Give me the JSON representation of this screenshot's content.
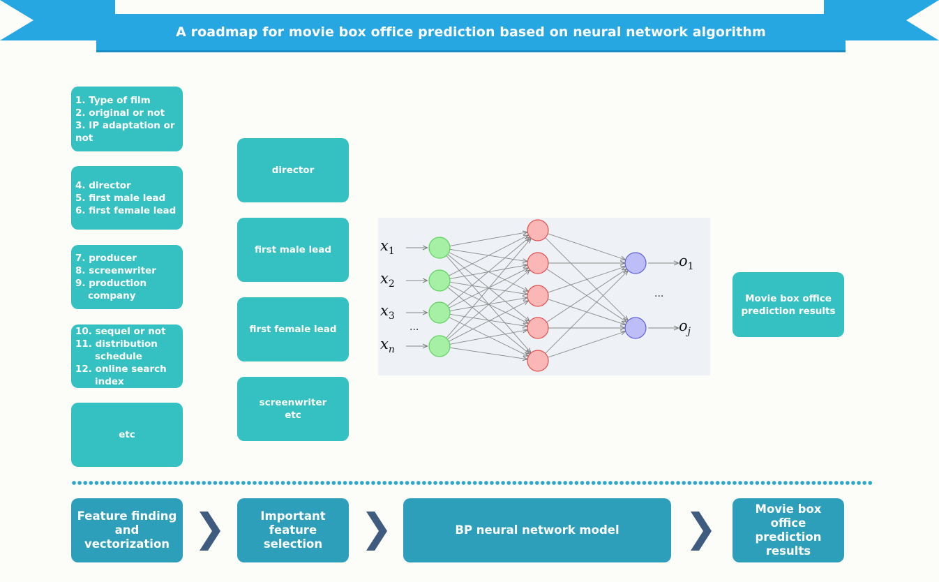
{
  "title": "A roadmap for movie box office prediction based on neural network algorithm",
  "feature_groups": [
    {
      "lines": [
        "1. Type of film",
        "2. original or not",
        "3. IP adaptation or",
        "not"
      ]
    },
    {
      "lines": [
        "4. director",
        "5. first male lead",
        "6. first female lead"
      ]
    },
    {
      "lines": [
        "7. producer",
        "8. screenwriter",
        "9. production",
        "company"
      ]
    },
    {
      "lines": [
        "10. sequel or not",
        "11. distribution",
        "schedule",
        "12. online search",
        "index"
      ]
    },
    {
      "lines": [
        "etc"
      ]
    }
  ],
  "important_features": [
    {
      "lines": [
        "director"
      ]
    },
    {
      "lines": [
        "first male lead"
      ]
    },
    {
      "lines": [
        "first female lead"
      ]
    },
    {
      "lines": [
        "screenwriter",
        "etc"
      ]
    }
  ],
  "network": {
    "inputs": [
      {
        "base": "x",
        "sub": "1"
      },
      {
        "base": "x",
        "sub": "2"
      },
      {
        "base": "x",
        "sub": "3"
      },
      {
        "base": "x",
        "sub": "n"
      }
    ],
    "input_ellipsis": "...",
    "outputs": [
      {
        "base": "o",
        "sub": "1"
      },
      {
        "base": "o",
        "sub": "j"
      }
    ],
    "output_ellipsis": "...",
    "colors": {
      "input": "#a6f0a6",
      "input_stroke": "#5fd35f",
      "hidden": "#fbb6b6",
      "hidden_stroke": "#e05050",
      "output": "#bdbdf7",
      "output_stroke": "#6060d8",
      "edge": "#888888"
    }
  },
  "result": {
    "lines": [
      "Movie box office",
      "prediction results"
    ]
  },
  "steps": [
    {
      "lines": [
        "Feature finding",
        "and",
        "vectorization"
      ]
    },
    {
      "lines": [
        "Important",
        "feature selection"
      ]
    },
    {
      "lines": [
        "BP neural network model"
      ]
    },
    {
      "lines": [
        "Movie box office",
        "prediction",
        "results"
      ]
    }
  ],
  "colors": {
    "banner": "#27a7e1",
    "box": "#35c1c2",
    "step_box": "#2e9fba",
    "chevron": "#3f5c80"
  }
}
